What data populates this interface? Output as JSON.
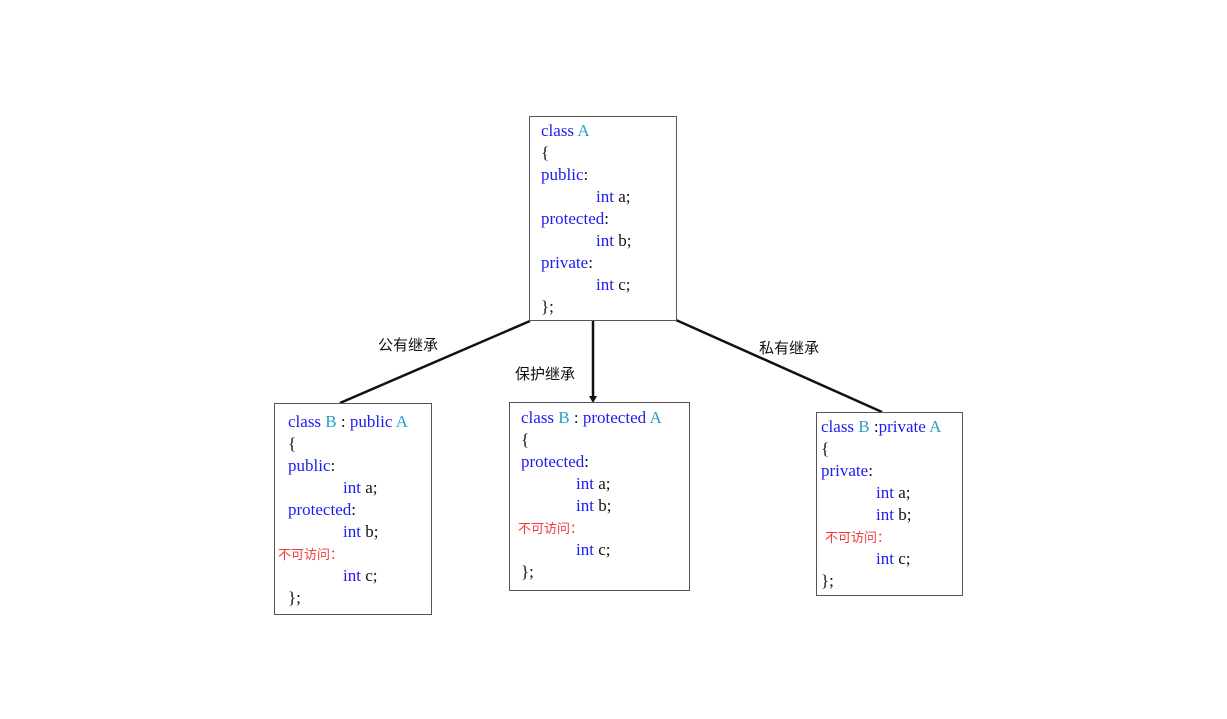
{
  "edge_labels": {
    "public": "公有继承",
    "protected": "保护继承",
    "private": "私有继承"
  },
  "colors": {
    "keyword": "#1c1cf0",
    "class_name": "#2aa0c4",
    "text": "#111111",
    "inaccessible": "#f03a3a"
  },
  "boxes": [
    {
      "id": "class-a",
      "lines": [
        {
          "indent": 0,
          "segs": [
            {
              "t": "class ",
              "k": "kw"
            },
            {
              "t": "A",
              "k": "cn"
            }
          ]
        },
        {
          "indent": 0,
          "segs": [
            {
              "t": "{",
              "k": "p"
            }
          ]
        },
        {
          "indent": 0,
          "segs": [
            {
              "t": "public",
              "k": "kw"
            },
            {
              "t": ":",
              "k": "p"
            }
          ]
        },
        {
          "indent": 1,
          "segs": [
            {
              "t": "int ",
              "k": "kw"
            },
            {
              "t": "a;",
              "k": "p"
            }
          ]
        },
        {
          "indent": 0,
          "segs": [
            {
              "t": "protected",
              "k": "kw"
            },
            {
              "t": ":",
              "k": "p"
            }
          ]
        },
        {
          "indent": 1,
          "segs": [
            {
              "t": "int ",
              "k": "kw"
            },
            {
              "t": "b;",
              "k": "p"
            }
          ]
        },
        {
          "indent": 0,
          "segs": [
            {
              "t": "private",
              "k": "kw"
            },
            {
              "t": ":",
              "k": "p"
            }
          ]
        },
        {
          "indent": 1,
          "segs": [
            {
              "t": "int ",
              "k": "kw"
            },
            {
              "t": "c;",
              "k": "p"
            }
          ]
        },
        {
          "indent": 0,
          "segs": [
            {
              "t": "};",
              "k": "p"
            }
          ]
        }
      ]
    },
    {
      "id": "class-b-public",
      "lines": [
        {
          "indent": 0,
          "segs": [
            {
              "t": "class ",
              "k": "kw"
            },
            {
              "t": "B",
              "k": "cn"
            },
            {
              "t": " : ",
              "k": "p"
            },
            {
              "t": "public ",
              "k": "kw"
            },
            {
              "t": "A",
              "k": "cn"
            }
          ]
        },
        {
          "indent": 0,
          "segs": [
            {
              "t": "{",
              "k": "p"
            }
          ]
        },
        {
          "indent": 0,
          "segs": [
            {
              "t": "public",
              "k": "kw"
            },
            {
              "t": ":",
              "k": "p"
            }
          ]
        },
        {
          "indent": 1,
          "segs": [
            {
              "t": "int ",
              "k": "kw"
            },
            {
              "t": "a;",
              "k": "p"
            }
          ]
        },
        {
          "indent": 0,
          "segs": [
            {
              "t": "protected",
              "k": "kw"
            },
            {
              "t": ":",
              "k": "p"
            }
          ]
        },
        {
          "indent": 1,
          "segs": [
            {
              "t": "int ",
              "k": "kw"
            },
            {
              "t": "b;",
              "k": "p"
            }
          ]
        },
        {
          "indent": -1,
          "segs": [
            {
              "t": "不可访问：",
              "k": "red"
            }
          ]
        },
        {
          "indent": 1,
          "segs": [
            {
              "t": "int ",
              "k": "kw"
            },
            {
              "t": "c;",
              "k": "p"
            }
          ]
        },
        {
          "indent": 0,
          "segs": [
            {
              "t": "};",
              "k": "p"
            }
          ]
        }
      ]
    },
    {
      "id": "class-b-protected",
      "lines": [
        {
          "indent": 0,
          "segs": [
            {
              "t": "class ",
              "k": "kw"
            },
            {
              "t": "B",
              "k": "cn"
            },
            {
              "t": " : ",
              "k": "p"
            },
            {
              "t": "protected ",
              "k": "kw"
            },
            {
              "t": "A",
              "k": "cn"
            }
          ]
        },
        {
          "indent": 0,
          "segs": [
            {
              "t": "{",
              "k": "p"
            }
          ]
        },
        {
          "indent": 0,
          "segs": [
            {
              "t": "protected",
              "k": "kw"
            },
            {
              "t": ":",
              "k": "p"
            }
          ]
        },
        {
          "indent": 1,
          "segs": [
            {
              "t": "int ",
              "k": "kw"
            },
            {
              "t": "a;",
              "k": "p"
            }
          ]
        },
        {
          "indent": 1,
          "segs": [
            {
              "t": "int ",
              "k": "kw"
            },
            {
              "t": "b;",
              "k": "p"
            }
          ]
        },
        {
          "indent": -1,
          "segs": [
            {
              "t": "不可访问：",
              "k": "red"
            }
          ]
        },
        {
          "indent": 1,
          "segs": [
            {
              "t": "int ",
              "k": "kw"
            },
            {
              "t": "c;",
              "k": "p"
            }
          ]
        },
        {
          "indent": 0,
          "segs": [
            {
              "t": "};",
              "k": "p"
            }
          ]
        }
      ]
    },
    {
      "id": "class-b-private",
      "lines": [
        {
          "indent": 0,
          "segs": [
            {
              "t": "class ",
              "k": "kw"
            },
            {
              "t": "B",
              "k": "cn"
            },
            {
              "t": " :",
              "k": "p"
            },
            {
              "t": "private ",
              "k": "kw"
            },
            {
              "t": "A",
              "k": "cn"
            }
          ]
        },
        {
          "indent": 0,
          "segs": [
            {
              "t": "{",
              "k": "p"
            }
          ]
        },
        {
          "indent": 0,
          "segs": [
            {
              "t": "private",
              "k": "kw"
            },
            {
              "t": ":",
              "k": "p"
            }
          ]
        },
        {
          "indent": 1,
          "segs": [
            {
              "t": "int ",
              "k": "kw"
            },
            {
              "t": "a;",
              "k": "p"
            }
          ]
        },
        {
          "indent": 1,
          "segs": [
            {
              "t": "int ",
              "k": "kw"
            },
            {
              "t": "b;",
              "k": "p"
            }
          ]
        },
        {
          "indent": -1,
          "segs": [
            {
              "t": "不可访问：",
              "k": "red"
            }
          ]
        },
        {
          "indent": 1,
          "segs": [
            {
              "t": "int ",
              "k": "kw"
            },
            {
              "t": "c;",
              "k": "p"
            }
          ]
        },
        {
          "indent": 0,
          "segs": [
            {
              "t": "};",
              "k": "p"
            }
          ]
        }
      ]
    }
  ]
}
